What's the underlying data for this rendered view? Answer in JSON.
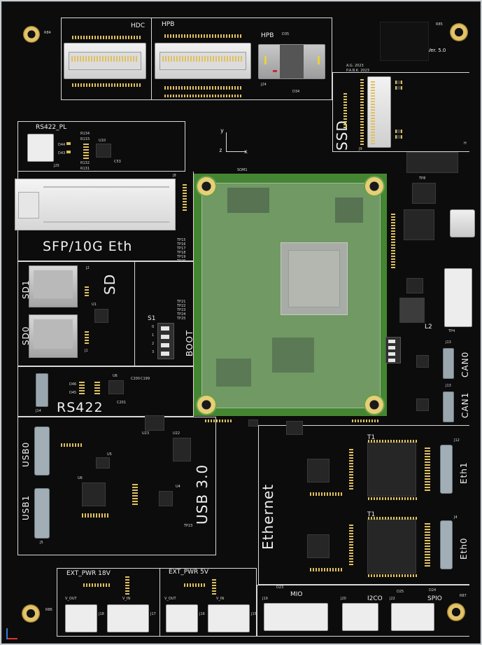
{
  "colors": {
    "board": "#0c0c0c",
    "silkscreen": "#f0f0f0",
    "gold": "#d7b957",
    "som_green": "#4f9f3c",
    "frame": "#c9ced3"
  },
  "header": {
    "version": "Ver. 5.0",
    "credit_line1": "A.G. 2023",
    "credit_line2": "P.A.B.K. 2023",
    "r85": "R85",
    "r84": "R84"
  },
  "top_connectors": {
    "hdc": "HDC",
    "hpb1": "HPB",
    "hpb2": "HPB",
    "j24": "J24",
    "d34": "D34",
    "d35": "D35"
  },
  "ssd": {
    "label": "SSD",
    "ref": "J9",
    "h": "H"
  },
  "rs422_pl": {
    "label": "RS422_PL",
    "j25": "J25",
    "d44": "D44",
    "d43": "D43",
    "u10": "U10",
    "c53": "C53",
    "r134": "R134",
    "r133": "R133",
    "r132": "R132",
    "r131": "R131"
  },
  "axes": {
    "x": "x",
    "y": "y",
    "z": "z"
  },
  "sfp": {
    "label": "SFP/10G Eth",
    "ref": "J8"
  },
  "som": {
    "label": "SOM1"
  },
  "sd": {
    "title": "SD",
    "sd1": "SD1",
    "sd0": "SD0",
    "j2": "J2",
    "j1": "J1",
    "u1": "U1"
  },
  "boot": {
    "label": "BOOT",
    "switch": "S1",
    "positions": [
      "0",
      "1",
      "2",
      "3"
    ]
  },
  "test_points": [
    "TP15",
    "TP16",
    "TP17",
    "TP18",
    "TP19",
    "TP20",
    "TP21",
    "TP22",
    "TP23",
    "TP24",
    "TP25"
  ],
  "rs422": {
    "label": "RS422",
    "j14": "J14",
    "u6": "U6",
    "d46": "D46",
    "d45": "D45",
    "c200": "C200",
    "c199": "C199",
    "c201": "C201"
  },
  "usb": {
    "title": "USB 3.0",
    "usb0": "USB0",
    "usb1": "USB1",
    "u23": "U23",
    "u22": "U22",
    "u4": "U4",
    "u5": "U5",
    "u6b": "U6",
    "tp23": "TP23",
    "j5": "J5"
  },
  "ethernet": {
    "title": "Ethernet",
    "eth1": "Eth1",
    "eth0": "Eth0",
    "t1a": "T1",
    "t1b": "T1",
    "j12": "J12",
    "j4": "J4"
  },
  "can": {
    "can0": "CAN0",
    "can1": "CAN1",
    "j13a": "J13",
    "j13b": "J13",
    "l2": "L2",
    "tp8": "TP8",
    "tp4": "TP4"
  },
  "power": {
    "ext18": "EXT_PWR 18V",
    "ext5": "EXT_PWR 5V",
    "v_out1": "V_OUT",
    "v_in1": "V_IN",
    "v_out2": "V_OUT",
    "v_in2": "V_IN",
    "j18": "J18",
    "j17": "J17",
    "j16": "J16",
    "j15": "J15"
  },
  "bottom_io": {
    "mio": "MIO",
    "i2co": "I2CO",
    "spio": "SPIO",
    "j19": "J19",
    "j20": "J20",
    "j22": "J22",
    "d23": "D23",
    "d24": "D24",
    "d25": "D25",
    "r86": "R86",
    "r87": "R87"
  }
}
